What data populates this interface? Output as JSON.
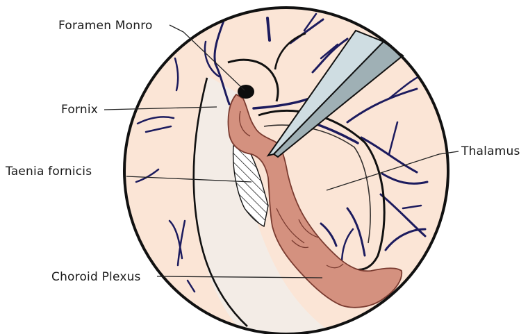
{
  "labels": {
    "foramen_monro": "Foramen Monro",
    "fornix": "Fornix",
    "taenia_fornicis": "Taenia fornicis",
    "thalamus": "Thalamus",
    "choroid_plexus": "Choroid Plexus"
  },
  "colors": {
    "background": "#ffffff",
    "tissue": "#fbe5d6",
    "fornix_surface": "#f3ece6",
    "vessels": "#1c1b5e",
    "choroid_plexus": "#d4917f",
    "choroid_outline": "#7a3b30",
    "instrument_light": "#cfdde2",
    "instrument_dark": "#9fb0b5",
    "outline": "#111111"
  },
  "icons": {
    "instrument": "endoscopic-forceps-icon",
    "foramen": "foramen-opening-icon",
    "hatch": "hatched-attachment-area"
  }
}
